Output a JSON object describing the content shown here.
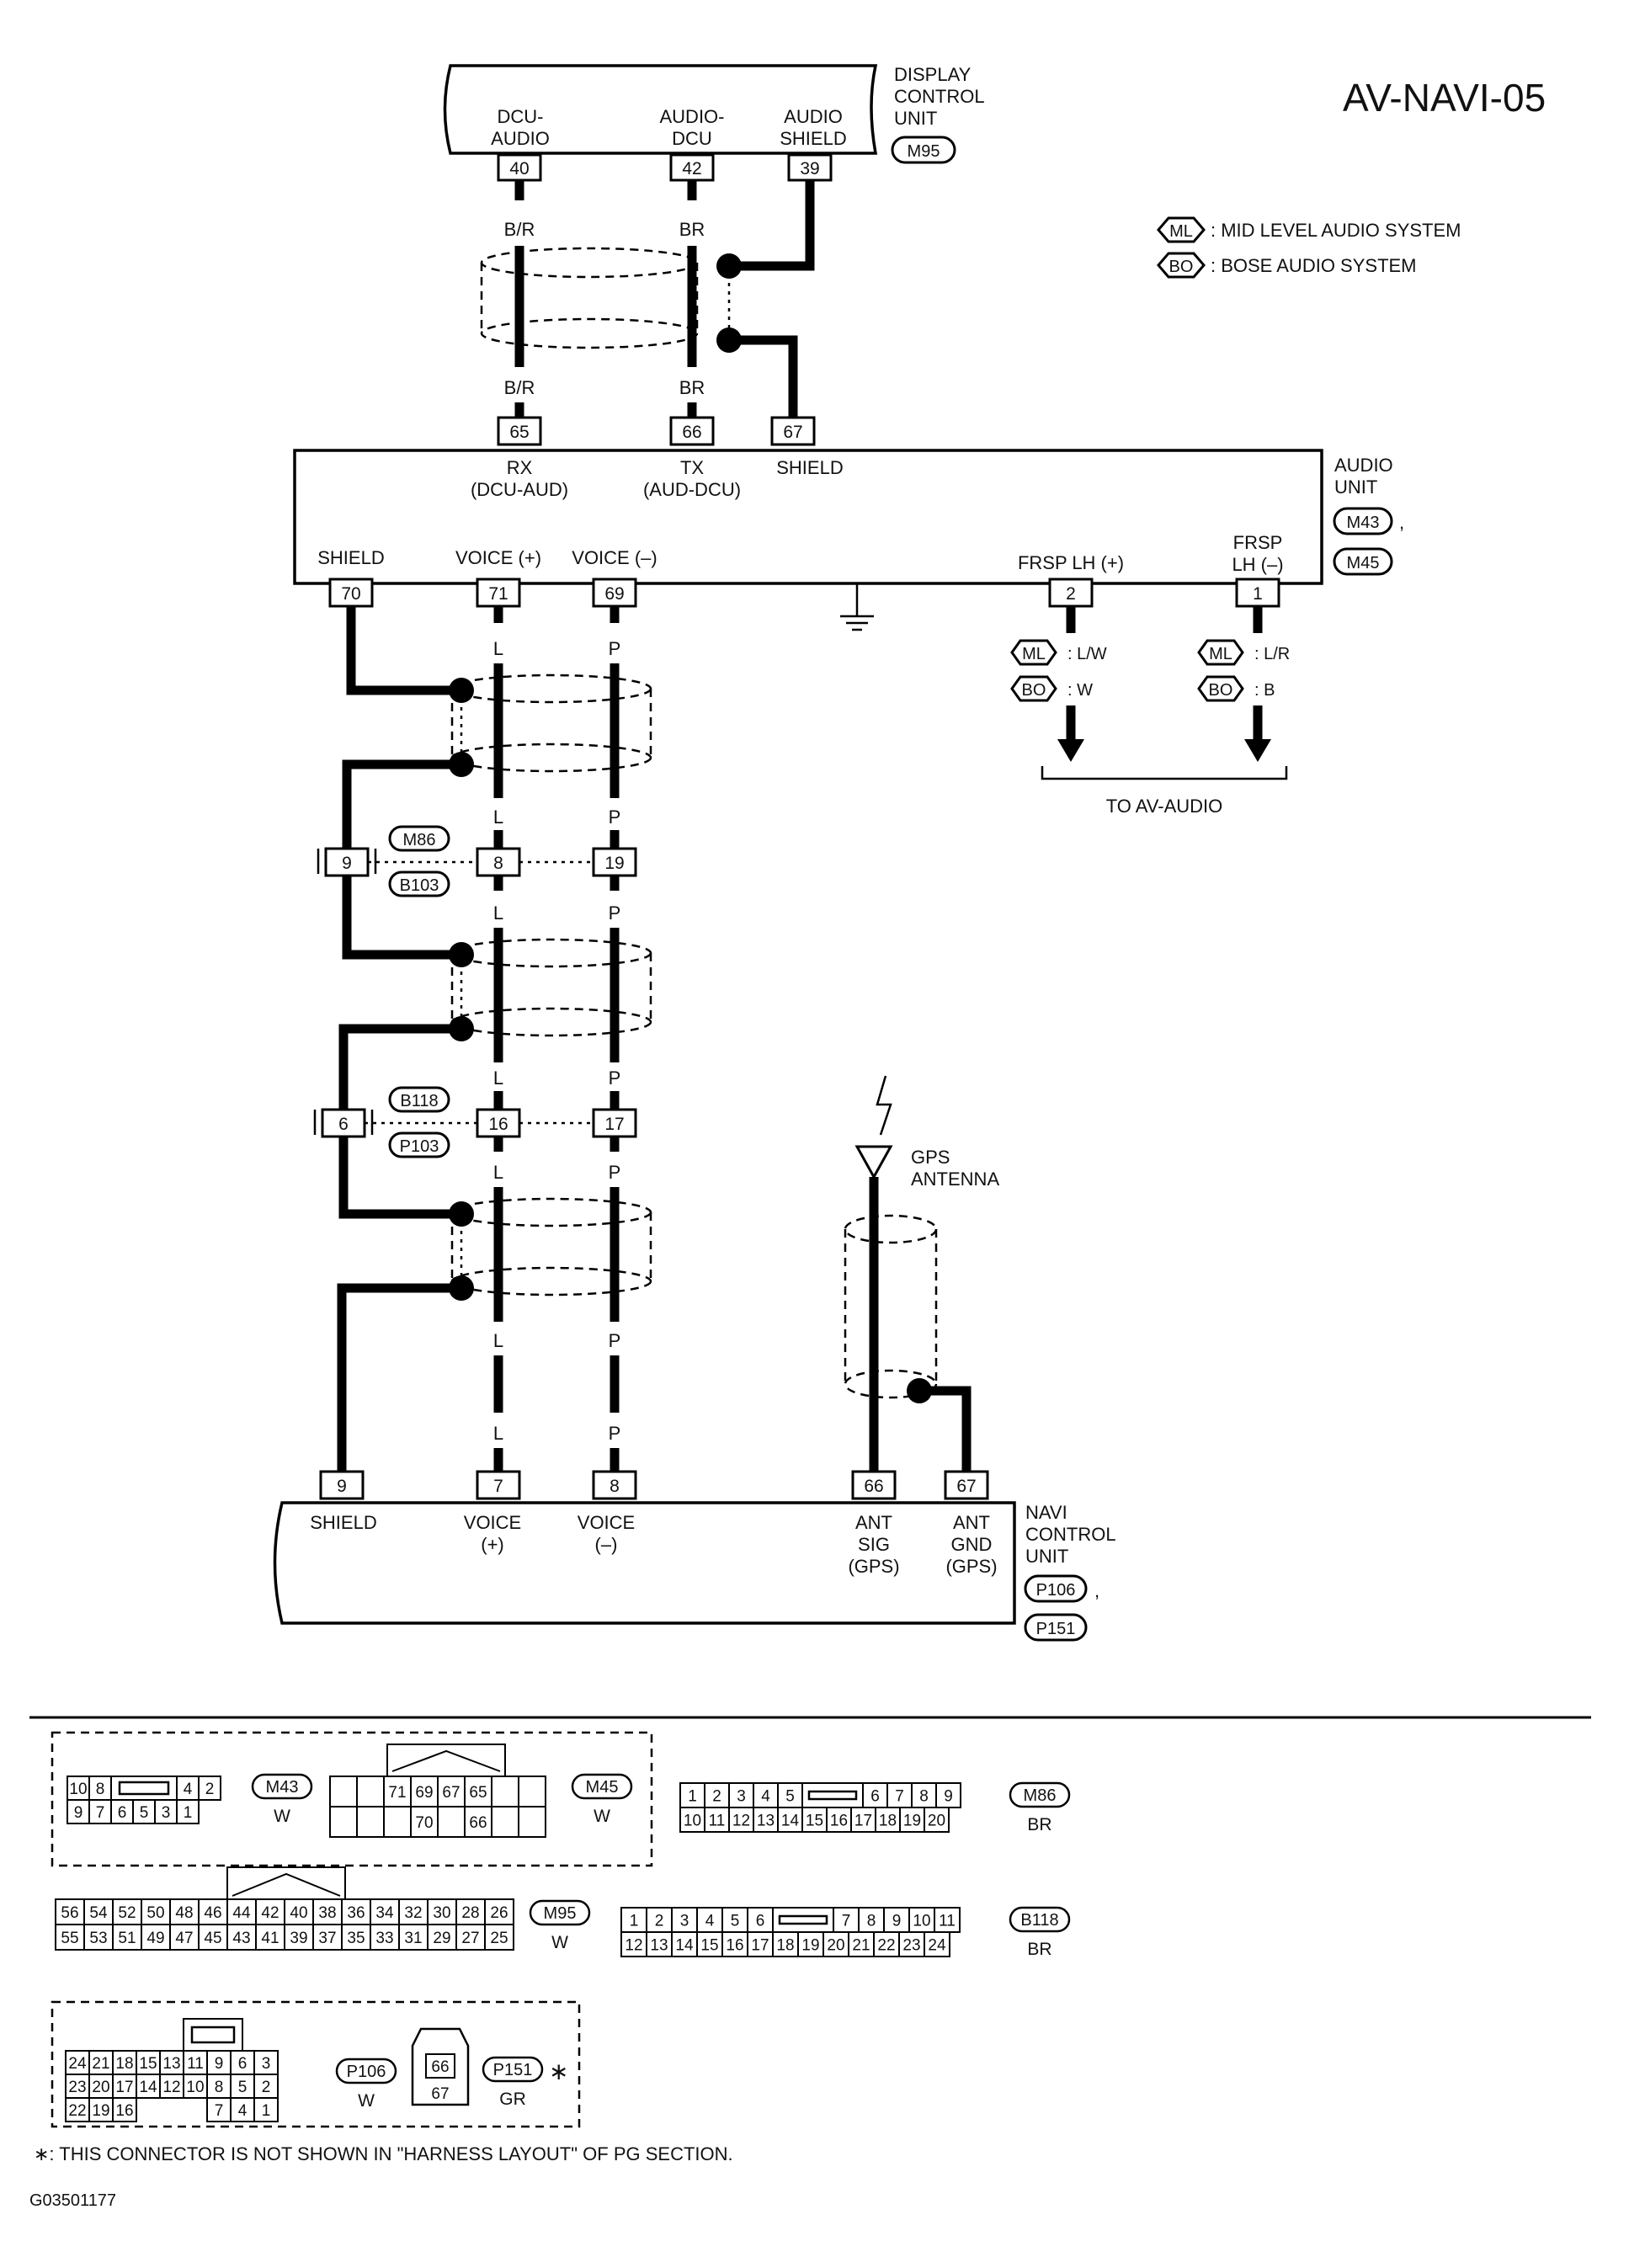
{
  "title": "AV-NAVI-05",
  "figure_code": "G03501177",
  "footnote": "∗: THIS CONNECTOR IS NOT SHOWN IN \"HARNESS LAYOUT\" OF PG SECTION.",
  "legend": {
    "ml": {
      "tag": "ML",
      "text": ": MID LEVEL AUDIO SYSTEM"
    },
    "bo": {
      "tag": "BO",
      "text": ": BOSE AUDIO SYSTEM"
    }
  },
  "units": {
    "dcu": {
      "name": [
        "DISPLAY",
        "CONTROL",
        "UNIT"
      ],
      "connector": "M95"
    },
    "audio": {
      "name": [
        "AUDIO",
        "UNIT"
      ],
      "connectors": [
        "M43",
        "M45"
      ],
      "comma": ","
    },
    "navi": {
      "name": [
        "NAVI",
        "CONTROL",
        "UNIT"
      ],
      "connectors": [
        "P106",
        "P151"
      ],
      "comma": ","
    },
    "gps": {
      "name": [
        "GPS",
        "ANTENNA"
      ]
    }
  },
  "dcu_terminals": [
    {
      "pin": "40",
      "label": [
        "DCU-",
        "AUDIO"
      ]
    },
    {
      "pin": "42",
      "label": [
        "AUDIO-",
        "DCU"
      ]
    },
    {
      "pin": "39",
      "label": [
        "AUDIO",
        "SHIELD"
      ]
    }
  ],
  "audio_top_terminals": [
    {
      "pin": "65",
      "label": [
        "RX",
        "(DCU-AUD)"
      ]
    },
    {
      "pin": "66",
      "label": [
        "TX",
        "(AUD-DCU)"
      ]
    },
    {
      "pin": "67",
      "label": [
        "SHIELD"
      ]
    }
  ],
  "audio_bottom_terminals": [
    {
      "pin": "70",
      "label": "SHIELD"
    },
    {
      "pin": "71",
      "label": "VOICE (+)"
    },
    {
      "pin": "69",
      "label": "VOICE (–)"
    },
    {
      "pin": "2",
      "label": "FRSP LH (+)"
    },
    {
      "pin": "1",
      "label": [
        "FRSP",
        "LH (–)"
      ]
    }
  ],
  "wire_colors": {
    "dcu_audio": "B/R",
    "audio_dcu": "BR",
    "voice_pos": "L",
    "voice_neg": "P",
    "frsp_pos": [
      {
        "sys": "ML",
        "color": ": L/W"
      },
      {
        "sys": "BO",
        "color": ": W"
      }
    ],
    "frsp_neg": [
      {
        "sys": "ML",
        "color": ": L/R"
      },
      {
        "sys": "BO",
        "color": ": B"
      }
    ]
  },
  "to_av_audio": "TO AV-AUDIO",
  "joint1": {
    "connectors": [
      "M86",
      "B103"
    ],
    "pins": [
      "9",
      "8",
      "19"
    ]
  },
  "joint2": {
    "connectors": [
      "B118",
      "P103"
    ],
    "pins": [
      "6",
      "16",
      "17"
    ]
  },
  "navi_terminals": [
    {
      "pin": "9",
      "label": [
        "SHIELD"
      ]
    },
    {
      "pin": "7",
      "label": [
        "VOICE",
        "(+)"
      ]
    },
    {
      "pin": "8",
      "label": [
        "VOICE",
        "(–)"
      ]
    },
    {
      "pin": "66",
      "label": [
        "ANT",
        "SIG",
        "(GPS)"
      ]
    },
    {
      "pin": "67",
      "label": [
        "ANT",
        "GND",
        "(GPS)"
      ]
    }
  ],
  "connector_views": {
    "m43": {
      "id": "M43",
      "color": "W",
      "top": [
        "10",
        "8",
        "",
        "4",
        "2"
      ],
      "bottom": [
        "9",
        "7",
        "6",
        "5",
        "3",
        "1"
      ]
    },
    "m45": {
      "id": "M45",
      "color": "W",
      "top": [
        "",
        "",
        "71",
        "69",
        "67",
        "65",
        "",
        ""
      ],
      "bottom": [
        "",
        "",
        "",
        "70",
        "",
        "66",
        "",
        ""
      ]
    },
    "m86": {
      "id": "M86",
      "color": "BR",
      "top": [
        "1",
        "2",
        "3",
        "4",
        "5",
        "",
        "6",
        "7",
        "8",
        "9"
      ],
      "bottom": [
        "10",
        "11",
        "12",
        "13",
        "14",
        "15",
        "16",
        "17",
        "18",
        "19",
        "20"
      ]
    },
    "m95": {
      "id": "M95",
      "color": "W",
      "top": [
        "56",
        "54",
        "52",
        "50",
        "48",
        "46",
        "44",
        "42",
        "40",
        "38",
        "36",
        "34",
        "32",
        "30",
        "28",
        "26"
      ],
      "bottom": [
        "55",
        "53",
        "51",
        "49",
        "47",
        "45",
        "43",
        "41",
        "39",
        "37",
        "35",
        "33",
        "31",
        "29",
        "27",
        "25"
      ]
    },
    "b118": {
      "id": "B118",
      "color": "BR",
      "top": [
        "1",
        "2",
        "3",
        "4",
        "5",
        "6",
        "",
        "7",
        "8",
        "9",
        "10",
        "11"
      ],
      "bottom": [
        "12",
        "13",
        "14",
        "15",
        "16",
        "17",
        "18",
        "19",
        "20",
        "21",
        "22",
        "23",
        "24"
      ]
    },
    "p106": {
      "id": "P106",
      "color": "W",
      "rows": [
        [
          "24",
          "21",
          "18",
          "15",
          "13",
          "11",
          "9",
          "6",
          "3"
        ],
        [
          "23",
          "20",
          "17",
          "14",
          "12",
          "10",
          "8",
          "5",
          "2"
        ],
        [
          "22",
          "19",
          "16",
          "",
          "",
          "",
          "7",
          "4",
          "1"
        ]
      ]
    },
    "p151": {
      "id": "P151",
      "color": "GR",
      "pins": [
        "66",
        "67"
      ],
      "mark": "∗"
    }
  }
}
